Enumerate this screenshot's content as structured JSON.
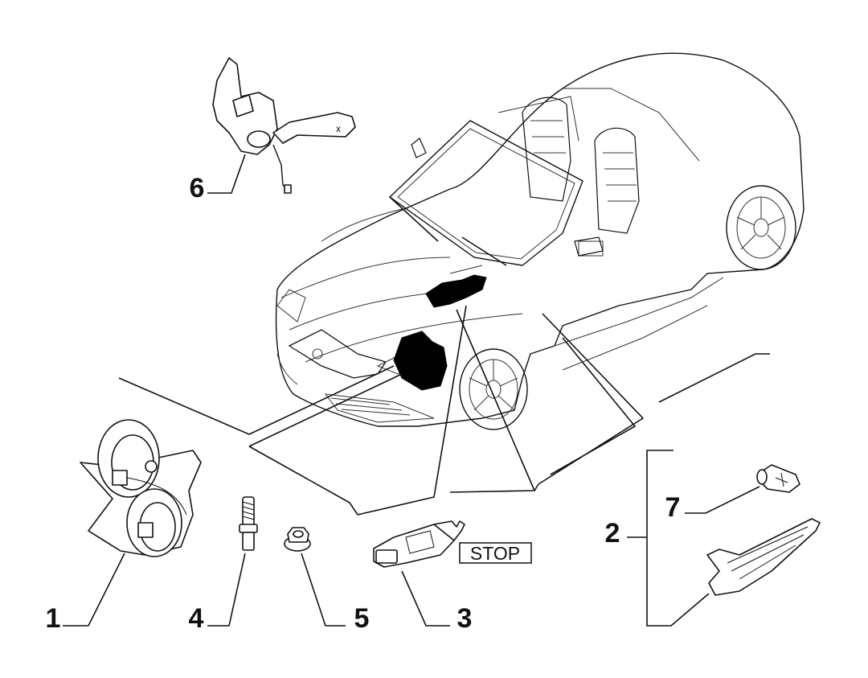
{
  "callouts": {
    "c1": "1",
    "c2": "2",
    "c3": "3",
    "c4": "4",
    "c5": "5",
    "c6": "6",
    "c7": "7"
  },
  "labels": {
    "stop": "STOP"
  },
  "parts": [
    {
      "id": "1",
      "icon": "horn-pair-icon"
    },
    {
      "id": "2",
      "icon": "side-repeater-lamp-icon"
    },
    {
      "id": "3",
      "icon": "brake-light-switch-icon"
    },
    {
      "id": "4",
      "icon": "stud-bolt-icon"
    },
    {
      "id": "5",
      "icon": "flange-nut-icon"
    },
    {
      "id": "6",
      "icon": "steering-column-switch-icon"
    },
    {
      "id": "7",
      "icon": "bulb-icon"
    }
  ]
}
